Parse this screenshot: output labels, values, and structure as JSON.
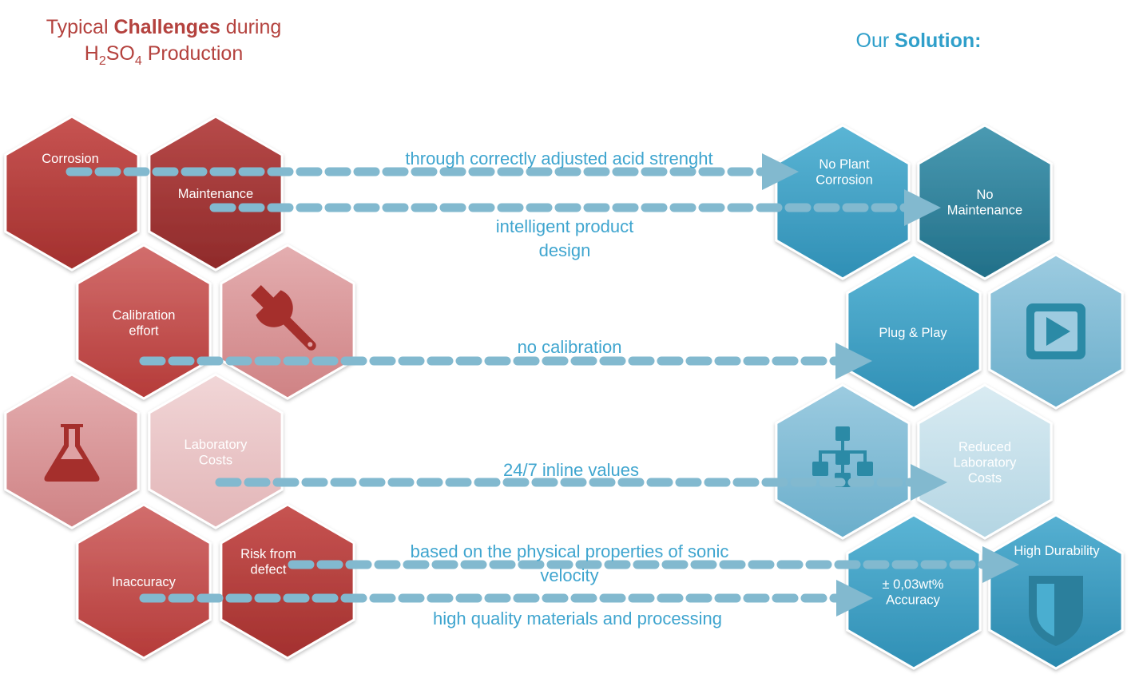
{
  "titles": {
    "left_part1": "Typical ",
    "left_bold": "Challenges",
    "left_part2": " during",
    "left_line2_h": "H",
    "left_line2_sub1": "2",
    "left_line2_so": "SO",
    "left_line2_sub2": "4",
    "left_line2_rest": " Production",
    "right_part1": "Our ",
    "right_bold": "Solution:"
  },
  "colors": {
    "red_dark": "#a52f2c",
    "red_mid": "#c65452",
    "red_light": "#d99395",
    "red_pale": "#e8c3c5",
    "blue_dark": "#2b8aa6",
    "blue_mid": "#3aa3c8",
    "blue_light": "#74b6d1",
    "blue_pale": "#c6e0eb",
    "dash": "#82b9cf",
    "title_red": "#b4423e",
    "title_blue": "#2f9fca"
  },
  "challenges": [
    {
      "id": "corrosion",
      "label": [
        "Corrosion"
      ],
      "icon": null
    },
    {
      "id": "maintenance",
      "label": [
        "Maintenance"
      ],
      "icon": null
    },
    {
      "id": "calibration",
      "label": [
        "Calibration",
        "effort"
      ],
      "icon": null
    },
    {
      "id": "wrench",
      "label": [],
      "icon": "wrench-icon"
    },
    {
      "id": "flask",
      "label": [],
      "icon": "flask-icon"
    },
    {
      "id": "lab-costs",
      "label": [
        "Laboratory",
        "Costs"
      ],
      "icon": null
    },
    {
      "id": "inaccuracy",
      "label": [
        "Inaccuracy"
      ],
      "icon": null
    },
    {
      "id": "risk",
      "label": [
        "Risk from",
        "defect"
      ],
      "icon": null
    }
  ],
  "solutions": [
    {
      "id": "no-corrosion",
      "label": [
        "No Plant",
        "Corrosion"
      ],
      "icon": null
    },
    {
      "id": "no-maintenance",
      "label": [
        "No",
        "Maintenance"
      ],
      "icon": null
    },
    {
      "id": "plug-play",
      "label": [
        "Plug & Play"
      ],
      "icon": null
    },
    {
      "id": "play",
      "label": [],
      "icon": "play-icon"
    },
    {
      "id": "hierarchy",
      "label": [],
      "icon": "hierarchy-icon"
    },
    {
      "id": "reduced-costs",
      "label": [
        "Reduced",
        "Laboratory",
        "Costs"
      ],
      "icon": null
    },
    {
      "id": "accuracy",
      "label": [
        "± 0,03wt%",
        "Accuracy"
      ],
      "icon": null
    },
    {
      "id": "durability",
      "label": [
        "High Durability"
      ],
      "icon": "shield-icon"
    }
  ],
  "connectors": [
    {
      "id": "acid-strength",
      "label": [
        "through correctly adjusted acid strenght"
      ]
    },
    {
      "id": "product-design",
      "label": [
        "intelligent product",
        "design"
      ]
    },
    {
      "id": "no-calibration",
      "label": [
        "no calibration"
      ]
    },
    {
      "id": "inline-values",
      "label": [
        "24/7 inline values"
      ]
    },
    {
      "id": "sonic-velocity",
      "label": [
        "based on the physical properties of sonic",
        "velocity"
      ]
    },
    {
      "id": "quality-materials",
      "label": [
        "high quality materials and processing"
      ]
    }
  ]
}
